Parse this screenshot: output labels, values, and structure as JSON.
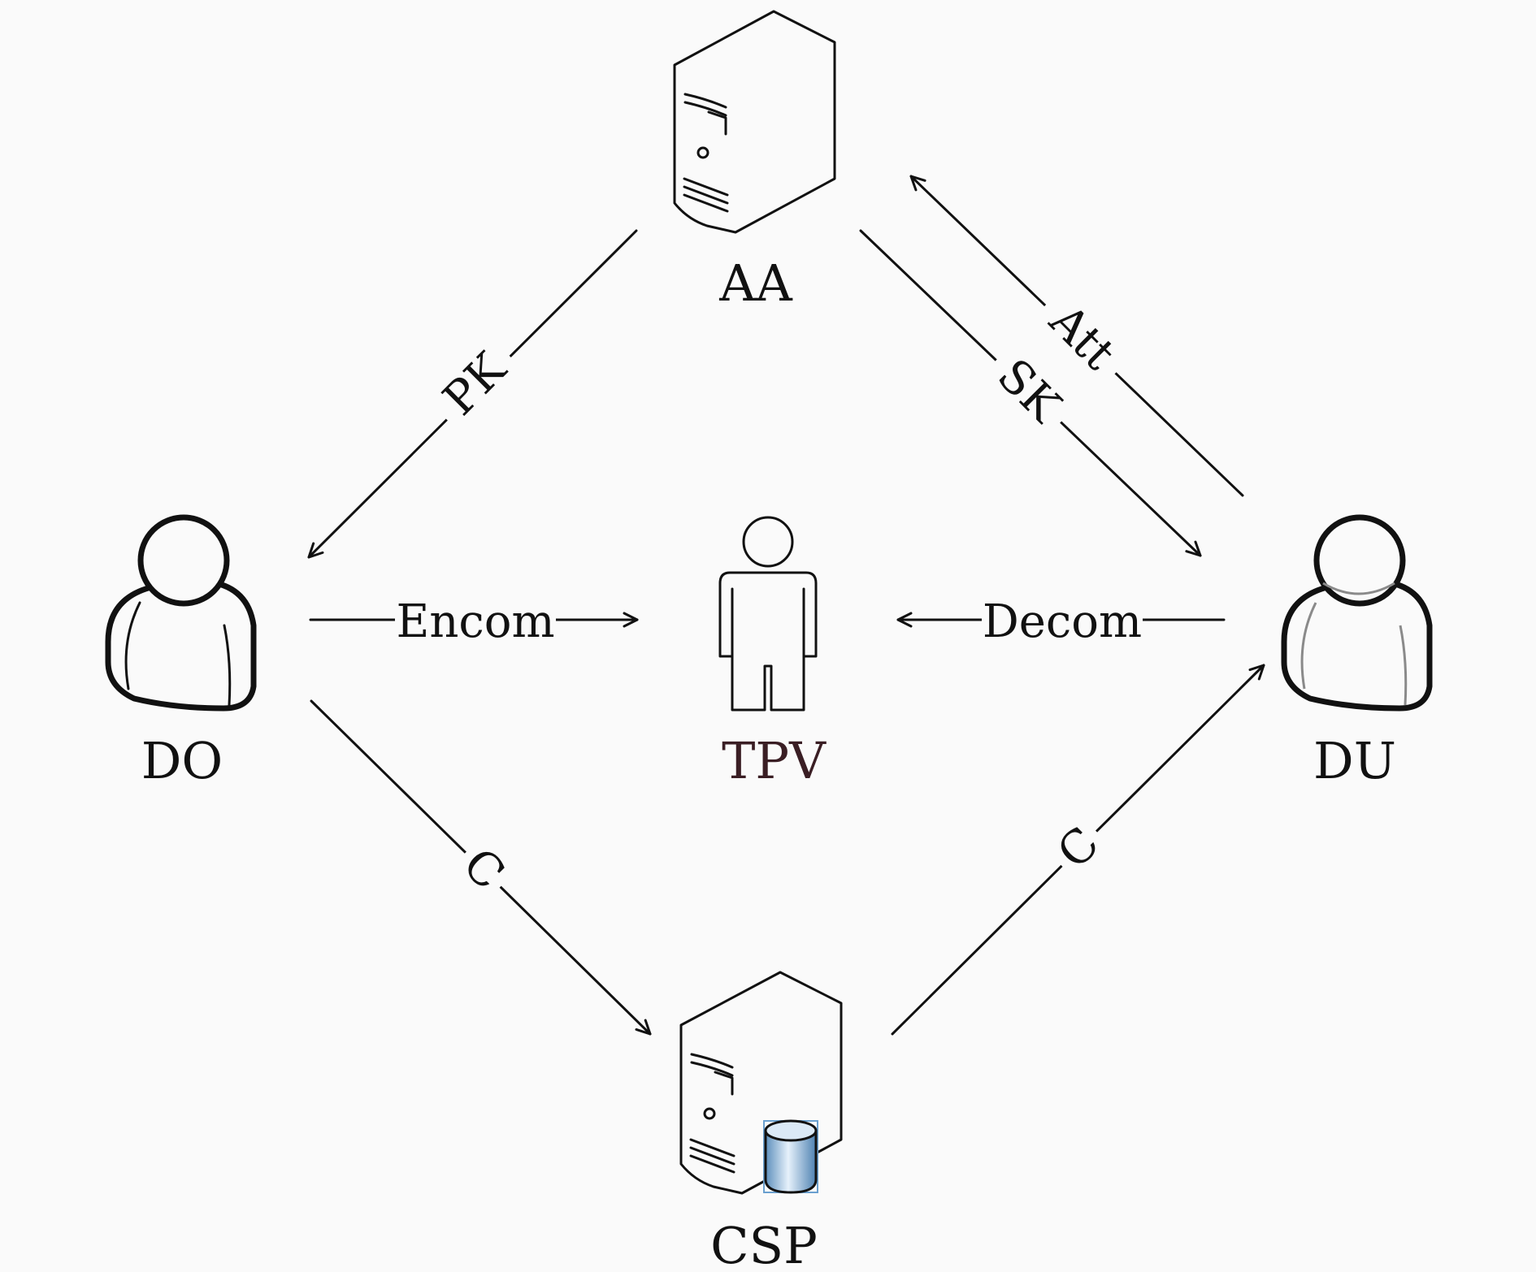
{
  "nodes": {
    "aa": "AA",
    "do": "DO",
    "tpv": "TPV",
    "du": "DU",
    "csp": "CSP"
  },
  "edges": {
    "pk": "PK",
    "att": "Att",
    "sk": "SK",
    "encom": "Encom",
    "decom": "Decom",
    "c_left": "C",
    "c_right": "C"
  },
  "icons": {
    "aa": "server-icon",
    "do": "user-icon",
    "tpv": "person-icon",
    "du": "user-icon",
    "csp": "server-database-icon"
  },
  "colors": {
    "tpv_label": "#3a1e24",
    "database_fill": "#7fb0d8"
  }
}
